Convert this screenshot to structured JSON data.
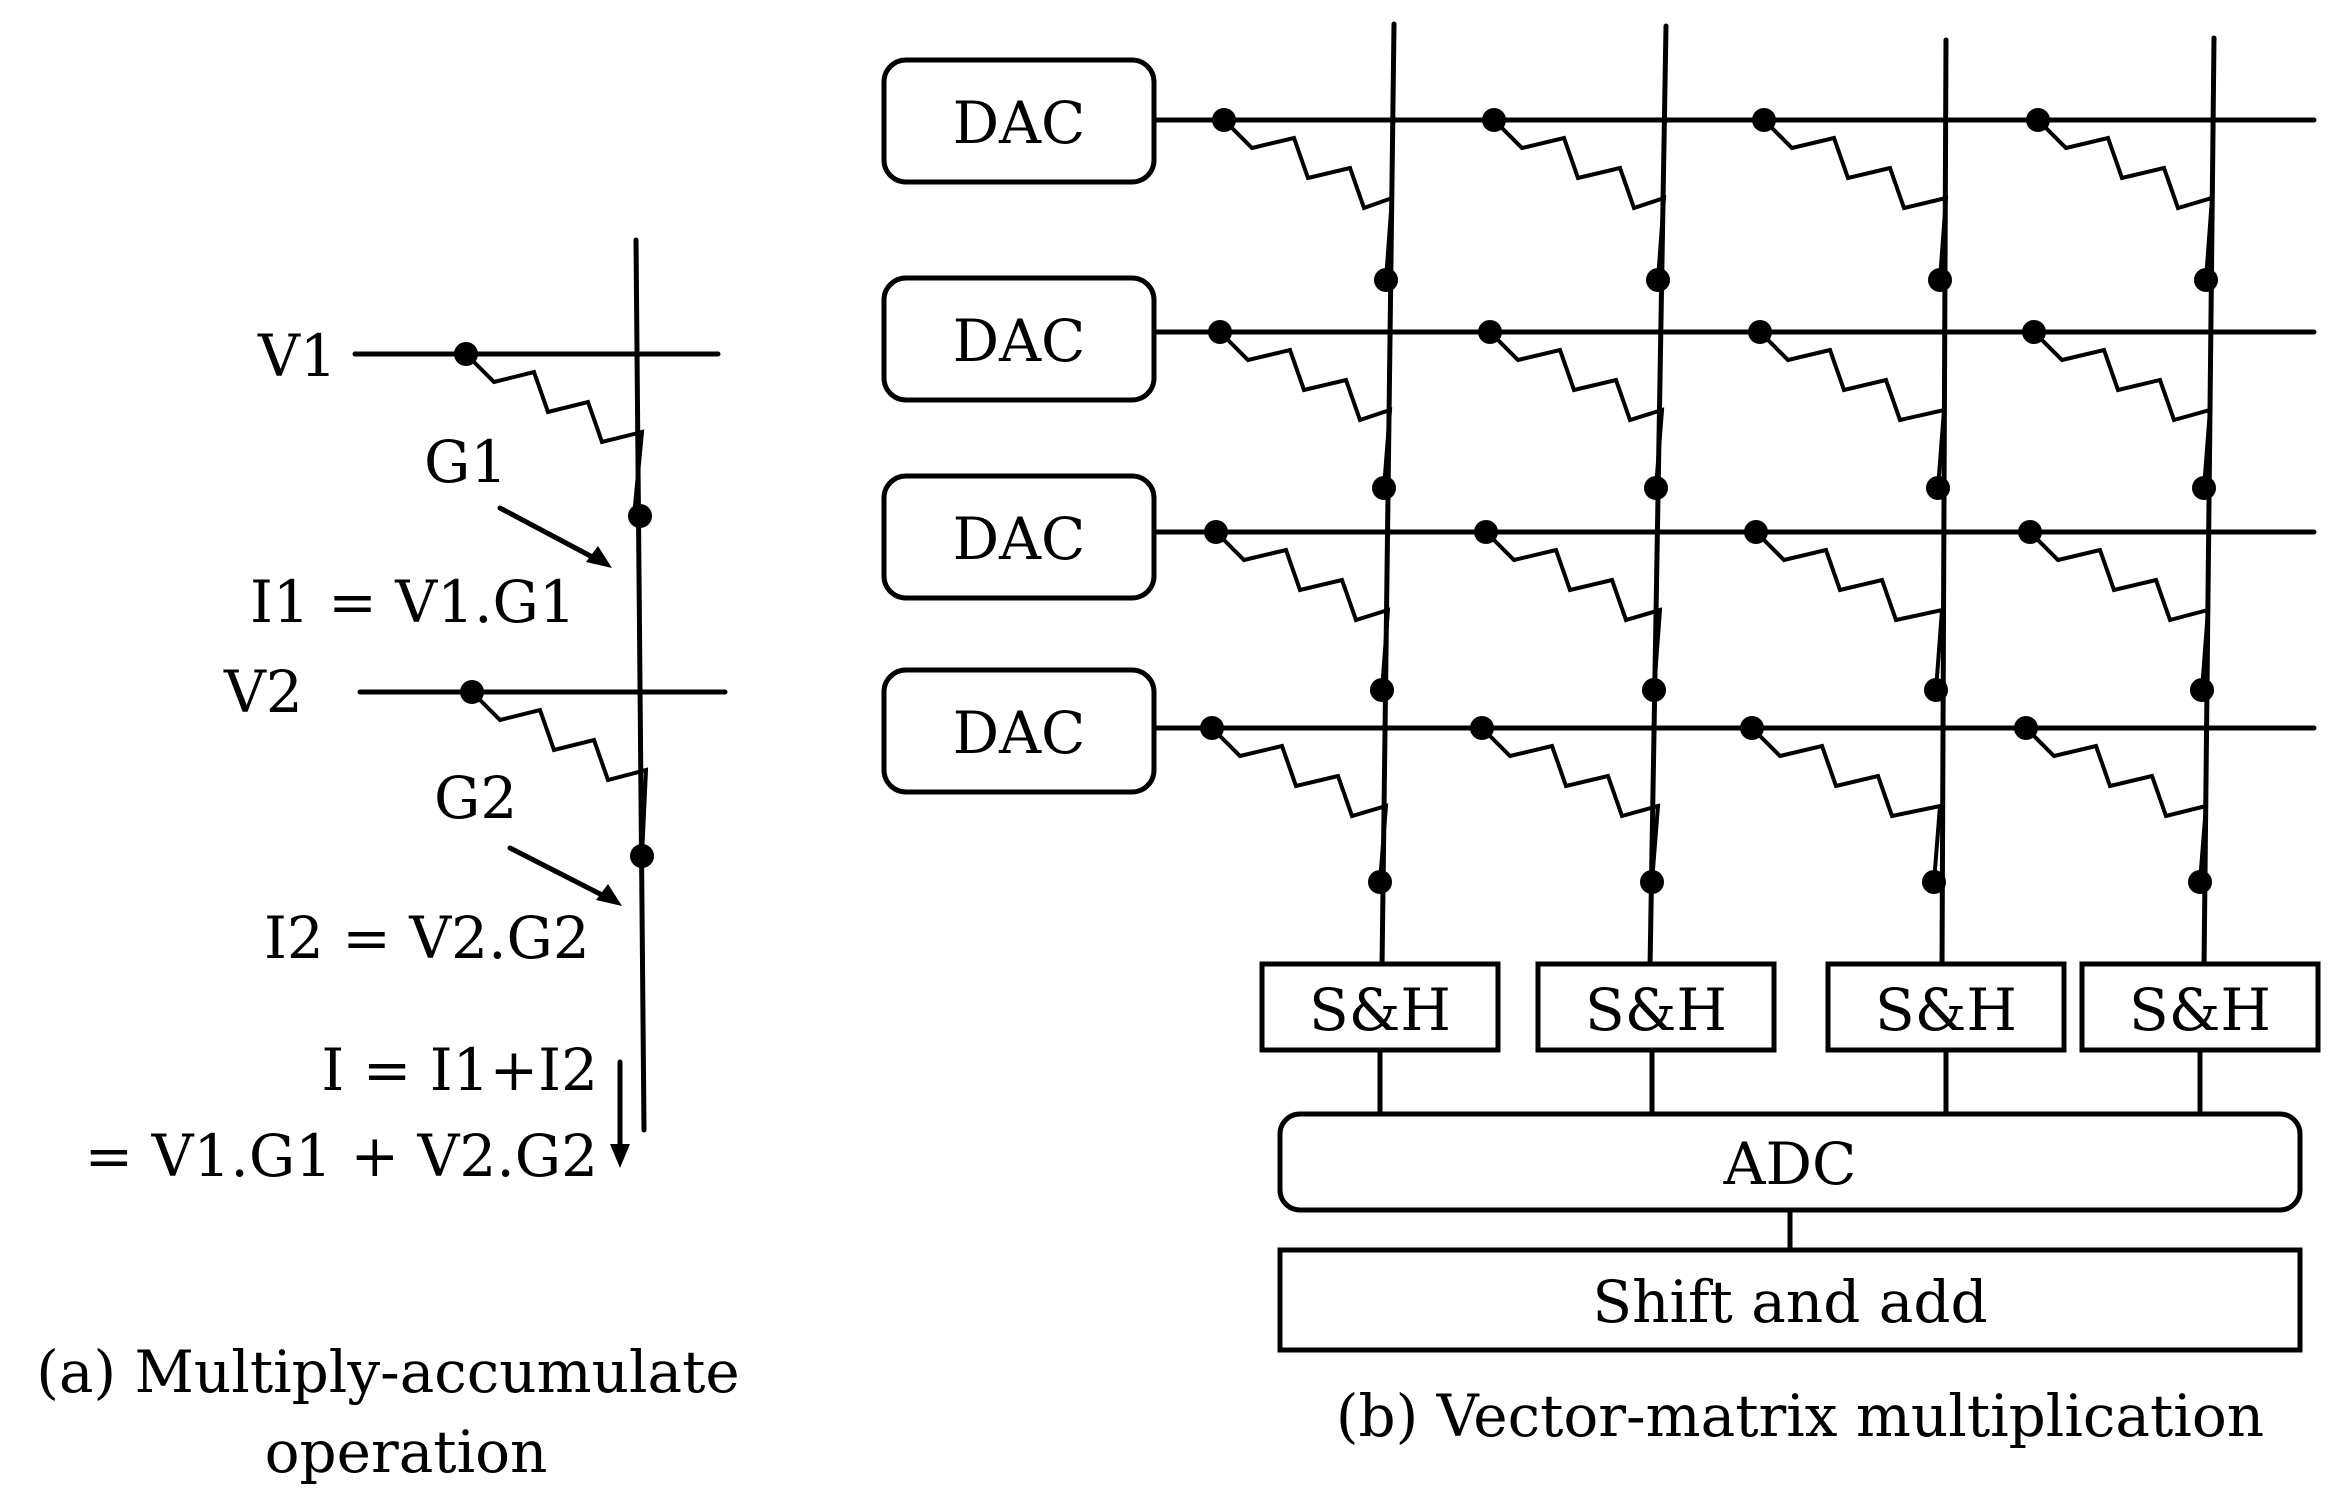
{
  "panel_a": {
    "v1_label": "V1",
    "g1_label": "G1",
    "i1_eq": "I1 = V1.G1",
    "v2_label": "V2",
    "g2_label": "G2",
    "i2_eq": "I2 = V2.G2",
    "sum_eq_line1": "I = I1+I2",
    "sum_eq_line2": "= V1.G1 + V2.G2",
    "caption_line1": "(a) Multiply-accumulate",
    "caption_line2": "operation"
  },
  "panel_b": {
    "dac_labels": [
      "DAC",
      "DAC",
      "DAC",
      "DAC"
    ],
    "sh_labels": [
      "S&H",
      "S&H",
      "S&H",
      "S&H"
    ],
    "adc_label": "ADC",
    "shift_add_label": "Shift and add",
    "caption": "(b) Vector-matrix multiplication"
  }
}
